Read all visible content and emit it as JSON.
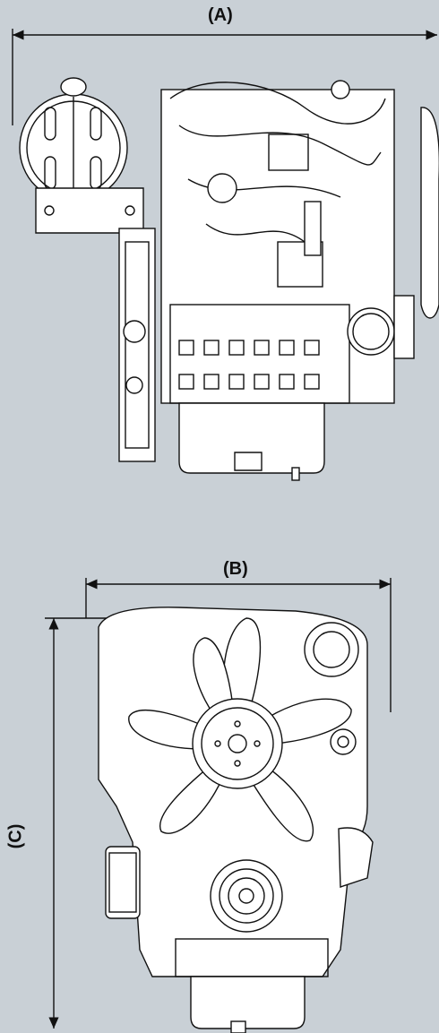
{
  "dimensions": {
    "a": "(A)",
    "b": "(B)",
    "c": "(C)"
  },
  "colors": {
    "background": "#c9d0d6",
    "line": "#111111",
    "engine_fill": "#ffffff"
  }
}
